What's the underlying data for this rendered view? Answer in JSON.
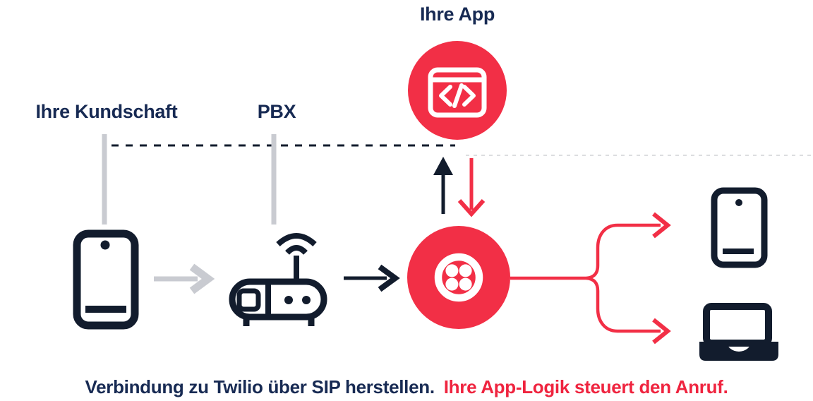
{
  "labels": {
    "customers": "Ihre Kundschaft",
    "pbx": "PBX",
    "app": "Ihre App"
  },
  "caption": {
    "part1_navy": "Verbindung zu Twilio über SIP herstellen.",
    "part2_red": "Ihre App-Logik steuert den Anruf."
  },
  "colors": {
    "navy": "#121C2D",
    "text": "#172A53",
    "red": "#F22F46",
    "caption_red": "#EF243F",
    "gray": "#C9CBD1",
    "bg": "#FFFFFF"
  },
  "icons": {
    "customer_device": "smartphone-icon",
    "pbx_device": "wifi-router-icon",
    "app_node": "code-browser-icon",
    "twilio_node": "twilio-logo-icon",
    "destination_mobile": "smartphone-icon",
    "destination_laptop": "laptop-icon"
  }
}
